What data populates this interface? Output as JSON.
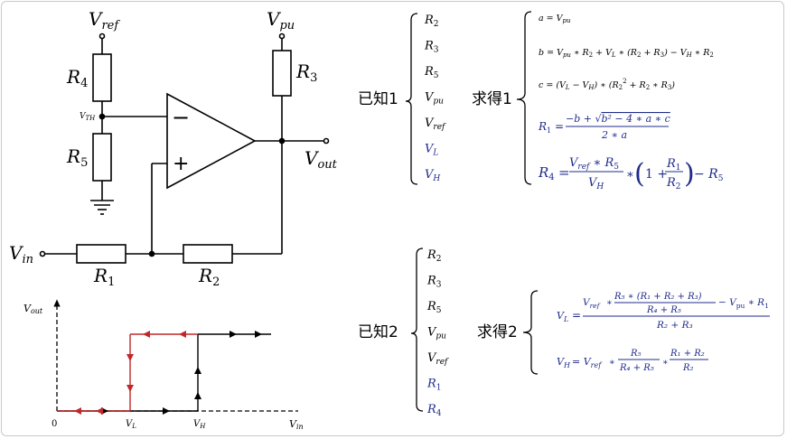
{
  "circuit": {
    "vref": "V",
    "vref_sub": "ref",
    "vpu": "V",
    "vpu_sub": "pu",
    "r4": "R",
    "r4_sub": "4",
    "r5": "R",
    "r5_sub": "5",
    "r3": "R",
    "r3_sub": "3",
    "vth": "V",
    "vth_sub": "TH",
    "minus": "−",
    "plus": "+",
    "vout": "V",
    "vout_sub": "out",
    "vin": "V",
    "vin_sub": "in",
    "r1": "R",
    "r1_sub": "1",
    "r2": "R",
    "r2_sub": "2"
  },
  "graph": {
    "ylabel": "V",
    "ylabel_sub": "out",
    "xlabel": "V",
    "xlabel_sub": "in",
    "origin": "0",
    "vl": "V",
    "vl_sub": "L",
    "vh": "V",
    "vh_sub": "H",
    "colors": {
      "low_to_high": "#000000",
      "high_to_low": "#c0282a"
    }
  },
  "problem1": {
    "known_label": "已知1",
    "known": [
      {
        "t": "R",
        "s": "2",
        "color": "black"
      },
      {
        "t": "R",
        "s": "3",
        "color": "black"
      },
      {
        "t": "R",
        "s": "5",
        "color": "black"
      },
      {
        "t": "V",
        "s": "pu",
        "color": "black"
      },
      {
        "t": "V",
        "s": "ref",
        "color": "black"
      },
      {
        "t": "V",
        "s": "L",
        "color": "blue"
      },
      {
        "t": "V",
        "s": "H",
        "color": "blue"
      }
    ],
    "find_label": "求得1",
    "eq_a": "a = V",
    "eq_a_sub": "pu",
    "eq_b": "b = V",
    "eq_b_rest1": "pu",
    "eq_b_rest2": " ∗ R",
    "eq_b_rest3": "2",
    "eq_b_rest4": " + V",
    "eq_b_rest5": "L",
    "eq_b_rest6": " ∗ (R",
    "eq_b_rest7": "2",
    "eq_b_rest8": " + R",
    "eq_b_rest9": "3",
    "eq_b_rest10": ") − V",
    "eq_b_rest11": "H",
    "eq_b_rest12": " ∗ R",
    "eq_b_rest13": "2",
    "eq_c": "c = (V",
    "eq_c_2": "L",
    "eq_c_3": " − V",
    "eq_c_4": "H",
    "eq_c_5": ") ∗ (R",
    "eq_c_6": "2",
    "eq_c_7": "2",
    "eq_c_8": " + R",
    "eq_c_9": "2",
    "eq_c_10": " ∗ R",
    "eq_c_11": "3",
    "eq_c_12": ")",
    "r1_lhs": "R",
    "r1_lhs_sub": "1",
    "r1_eq": "=",
    "r1_num": "−b + √",
    "r1_num_rad": "b² − 4 ∗ a ∗ c",
    "r1_den": "2 ∗ a",
    "r4_lhs": "R",
    "r4_lhs_sub": "4",
    "r4_eq": "=",
    "r4_num": "V",
    "r4_num_sub": "ref",
    "r4_num_2": " ∗ R",
    "r4_num_3": "5",
    "r4_den": "V",
    "r4_den_sub": "H",
    "r4_mid": "∗",
    "r4_paren_open": "(",
    "r4_one": "1 +",
    "r4_fnum": "R",
    "r4_fnum_sub": "1",
    "r4_fden": "R",
    "r4_fden_sub": "2",
    "r4_paren_close": ")",
    "r4_tail": "− R",
    "r4_tail_sub": "5"
  },
  "problem2": {
    "known_label": "已知2",
    "known": [
      {
        "t": "R",
        "s": "2",
        "color": "black"
      },
      {
        "t": "R",
        "s": "3",
        "color": "black"
      },
      {
        "t": "R",
        "s": "5",
        "color": "black"
      },
      {
        "t": "V",
        "s": "pu",
        "color": "black"
      },
      {
        "t": "V",
        "s": "ref",
        "color": "black"
      },
      {
        "t": "R",
        "s": "1",
        "color": "blue"
      },
      {
        "t": "R",
        "s": "4",
        "color": "blue"
      }
    ],
    "find_label": "求得2",
    "vl_lhs": "V",
    "vl_lhs_sub": "L",
    "vl_eq": "=",
    "vl_num1": "V",
    "vl_num1_sub": "ref",
    "vl_num2": "∗",
    "vl_inner_num": "R₅ ∗ (R₁ + R₂ + R₃)",
    "vl_inner_den": "R₄ + R₅",
    "vl_num3": "− V",
    "vl_num3_sub": "pu",
    "vl_num4": " ∗ R",
    "vl_num4_sub": "1",
    "vl_den": "R₂ + R₃",
    "vh_lhs": "V",
    "vh_lhs_sub": "H",
    "vh_eq": "= V",
    "vh_eq_sub": "ref",
    "vh_star": "∗",
    "vh_f1_num": "R₅",
    "vh_f1_den": "R₄ + R₅",
    "vh_star2": "∗",
    "vh_f2_num": "R₁ + R₂",
    "vh_f2_den": "R₂"
  }
}
